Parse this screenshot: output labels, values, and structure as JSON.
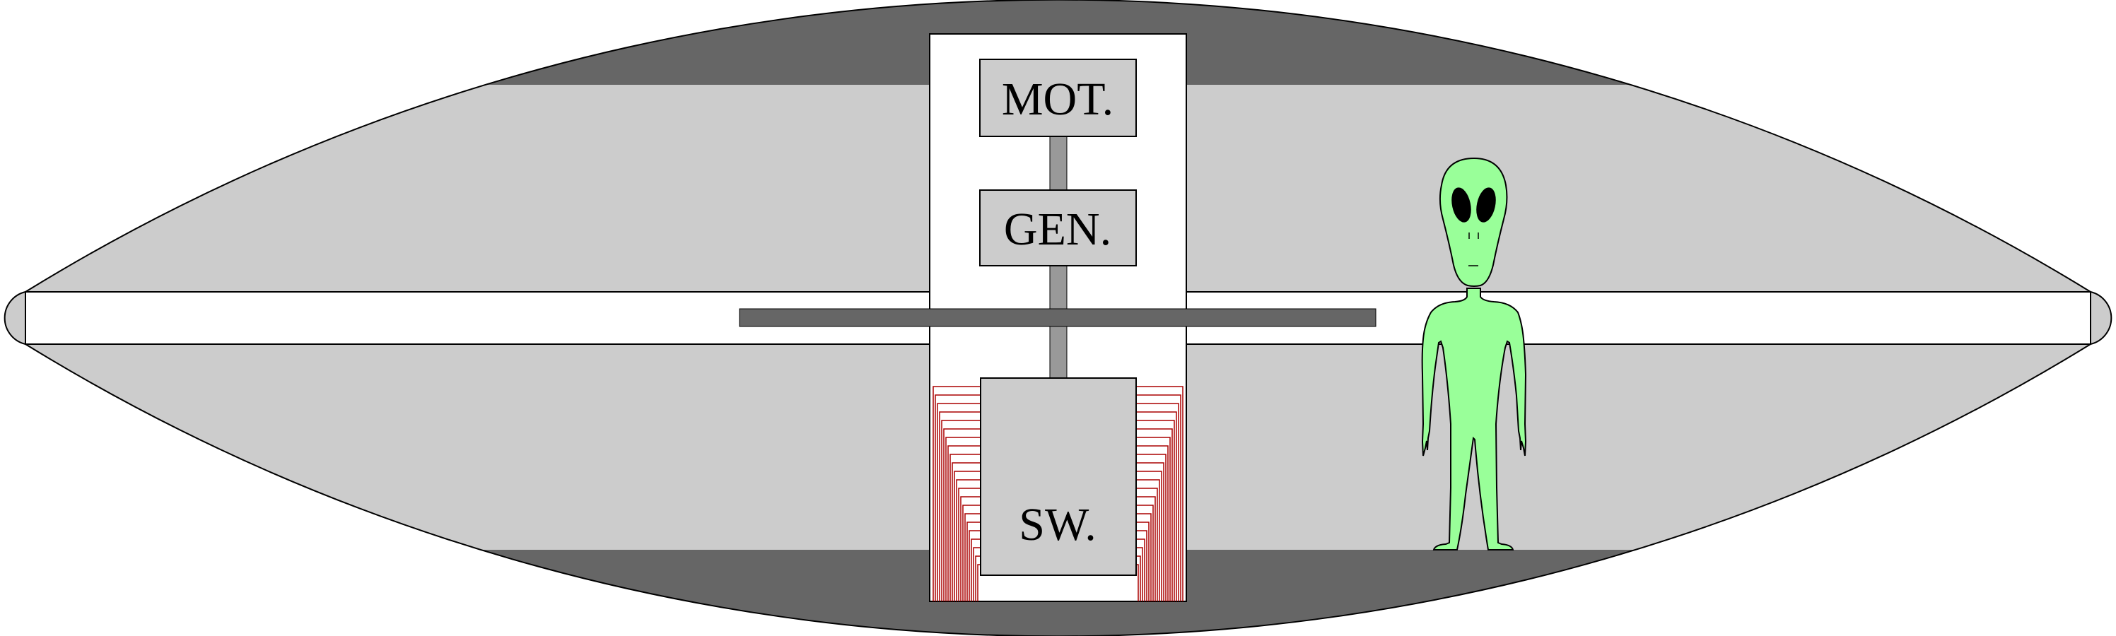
{
  "diagram": {
    "labels": {
      "motor": "MOT.",
      "generator": "GEN.",
      "switch": "SW."
    },
    "stair_line_count": 22,
    "colors": {
      "hull_light": "#cccccc",
      "hull_dark": "#666666",
      "shaft": "#999999",
      "box": "#cccccc",
      "wiring": "#aa0000",
      "alien_skin": "#99ff99",
      "outline": "#000000"
    }
  }
}
